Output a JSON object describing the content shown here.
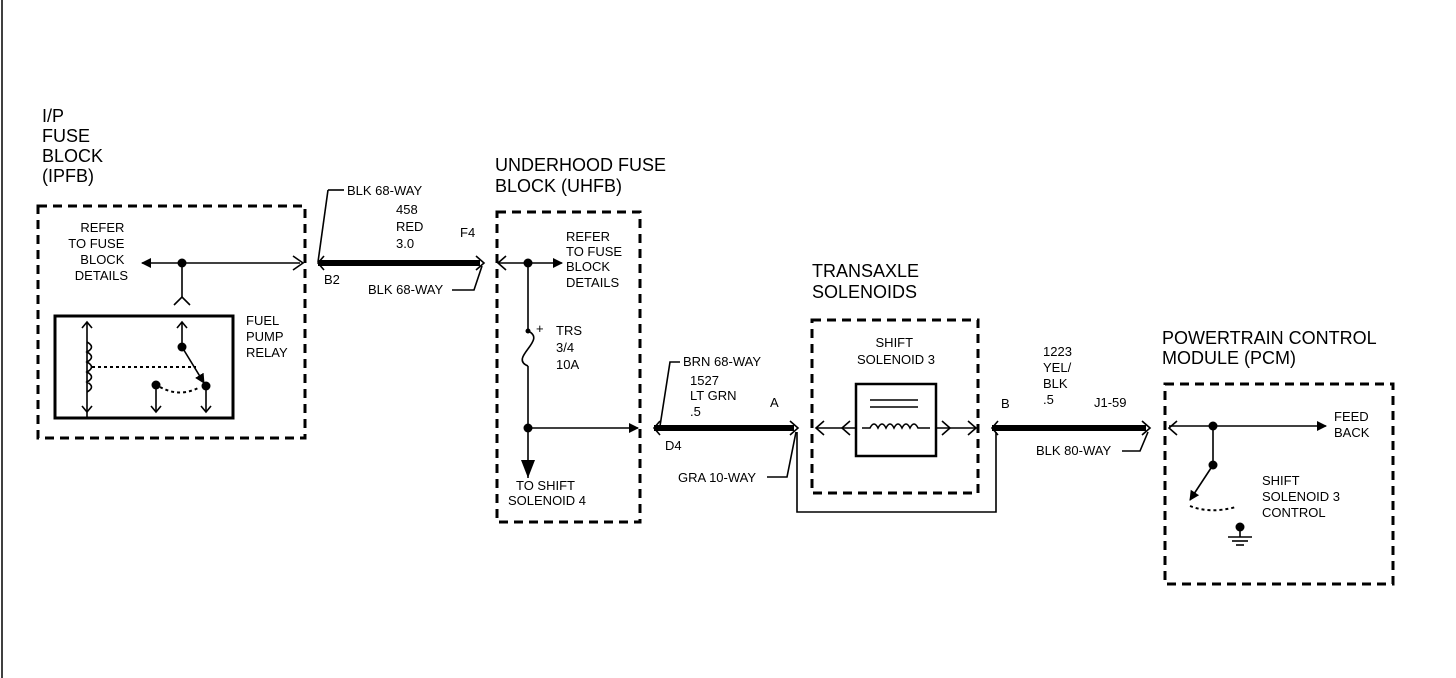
{
  "ipfb": {
    "title": [
      "I/P",
      "FUSE",
      "BLOCK",
      "(IPFB)"
    ],
    "refer": [
      "REFER",
      "TO FUSE",
      "BLOCK",
      "DETAILS"
    ],
    "relay": [
      "FUEL",
      "PUMP",
      "RELAY"
    ]
  },
  "wire458": {
    "top_connector": "BLK 68-WAY",
    "circuit": "458",
    "color": "RED",
    "gauge": "3.0",
    "pin_left": "B2",
    "pin_right": "F4",
    "bottom_connector": "BLK 68-WAY"
  },
  "uhfb": {
    "title": [
      "UNDERHOOD FUSE",
      "BLOCK (UHFB)"
    ],
    "refer": [
      "REFER",
      "TO FUSE",
      "BLOCK",
      "DETAILS"
    ],
    "fuse": [
      "TRS",
      "3/4",
      "10A"
    ],
    "to_shift": [
      "TO SHIFT",
      "SOLENOID 4"
    ]
  },
  "wire1527": {
    "top_connector": "BRN 68-WAY",
    "circuit": "1527",
    "color": "LT GRN",
    "gauge": ".5",
    "pin_left": "D4",
    "pin_right": "A",
    "bottom_connector": "GRA 10-WAY"
  },
  "transaxle": {
    "title": [
      "TRANSAXLE",
      "SOLENOIDS"
    ],
    "solenoid": [
      "SHIFT",
      "SOLENOID 3"
    ]
  },
  "wire1223": {
    "pin_left": "B",
    "circuit": "1223",
    "color": [
      "YEL/",
      "BLK"
    ],
    "gauge": ".5",
    "pin_right": "J1-59",
    "bottom_connector": "BLK 80-WAY"
  },
  "pcm": {
    "title": [
      "POWERTRAIN CONTROL",
      "MODULE (PCM)"
    ],
    "feedback": [
      "FEED",
      "BACK"
    ],
    "control": [
      "SHIFT",
      "SOLENOID 3",
      "CONTROL"
    ]
  }
}
